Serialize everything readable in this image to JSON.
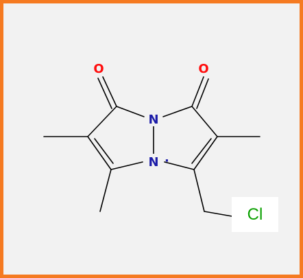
{
  "molecule": {
    "atoms": {
      "o_left": "O",
      "o_right": "O",
      "n_top": "N",
      "n_bottom": "N",
      "cl": "Cl"
    },
    "colors": {
      "frame_border": "#f57a21",
      "background": "#f2f2f2",
      "bond": "#000000",
      "oxygen": "#ff0d0d",
      "nitrogen": "#1c1ca8",
      "chlorine": "#0aa000"
    }
  }
}
